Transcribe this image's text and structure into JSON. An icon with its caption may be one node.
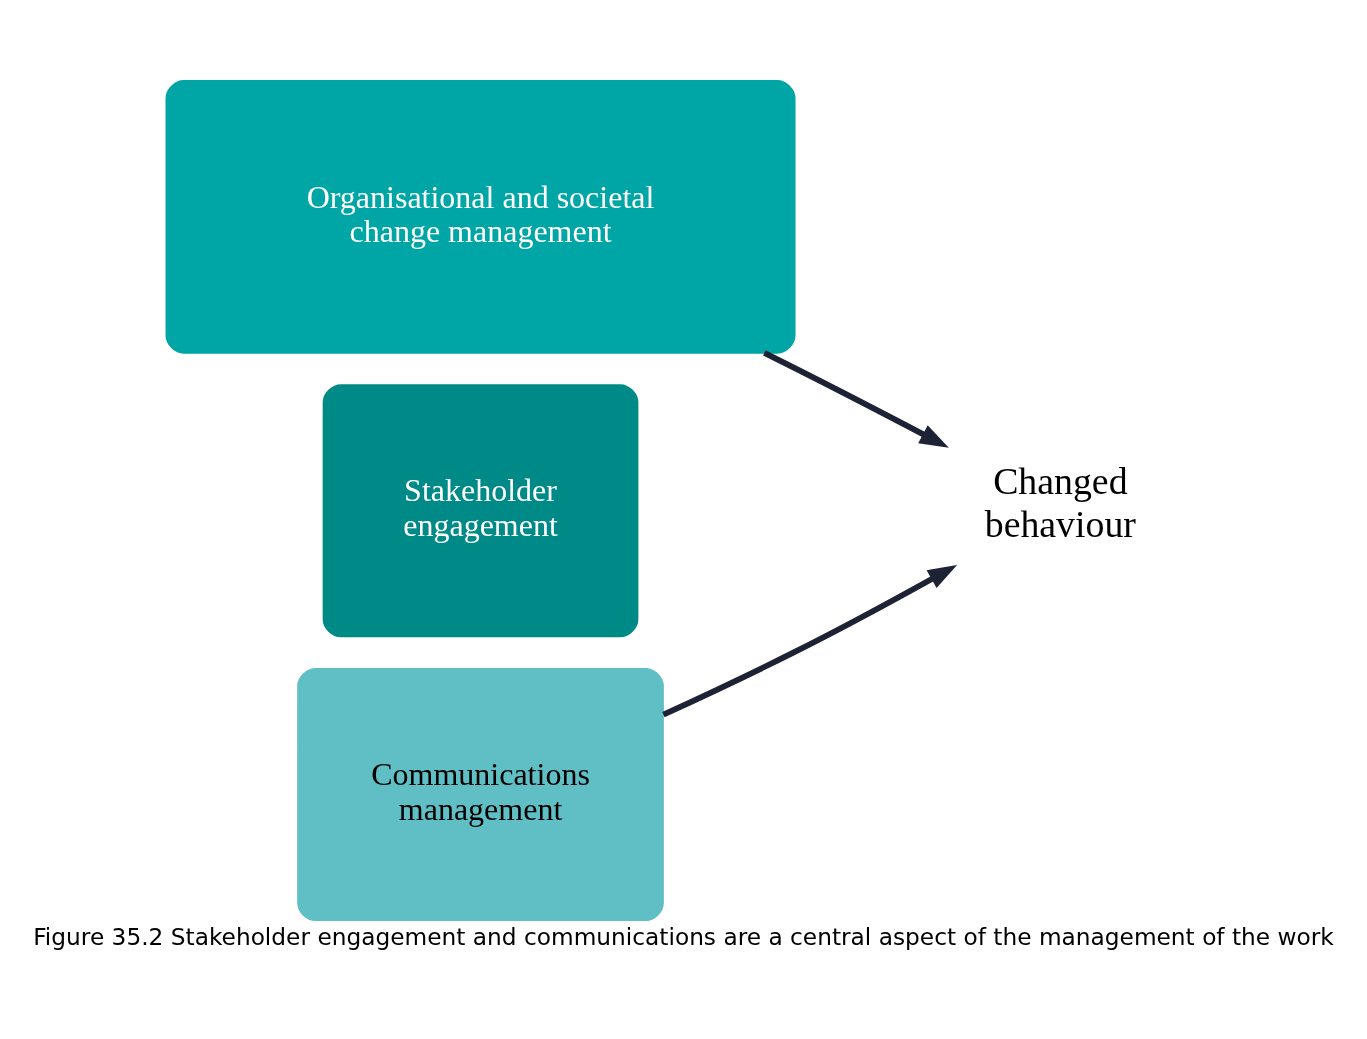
{
  "diagram": {
    "caption": "Figure 35.2 Stakeholder engagement and communications are a central aspect of the management of the work",
    "nodes": [
      {
        "text": [
          "Organisational and societal change management"
        ]
      },
      {
        "text": [
          "Stakeholder engagement"
        ]
      },
      {
        "text": [
          "Communications management"
        ]
      },
      {
        "text": [
          "Changed behaviour"
        ]
      }
    ],
    "edges": [
      {
        "from": 0,
        "to": 3,
        "arrow": "to"
      },
      {
        "from": 2,
        "to": 3,
        "arrow": "to"
      }
    ]
  }
}
